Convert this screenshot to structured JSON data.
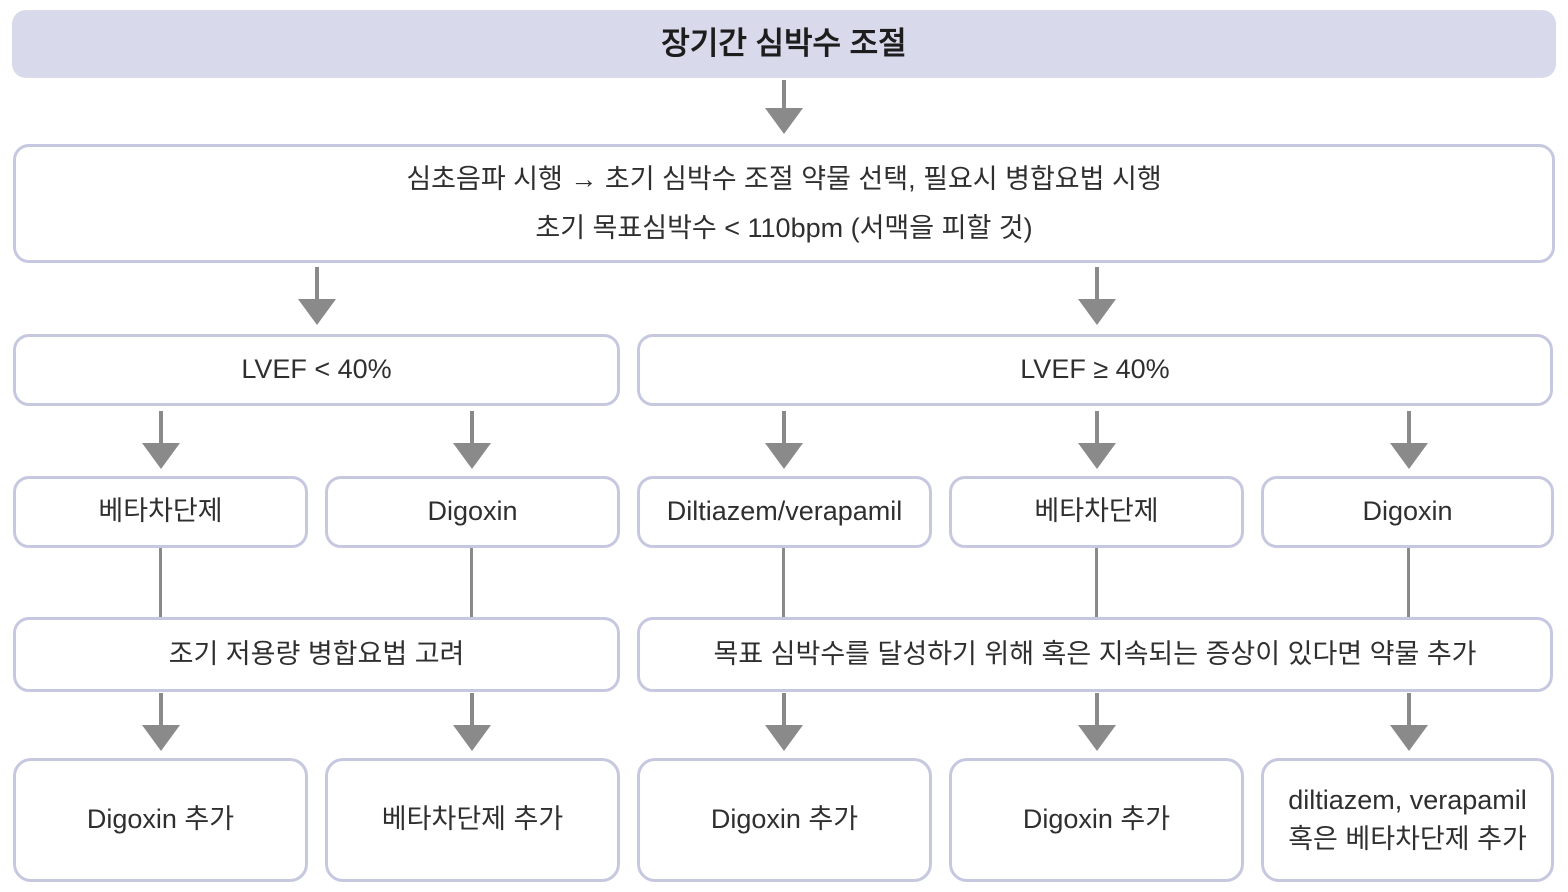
{
  "palette": {
    "title_fill": "#d8d9ea",
    "box_border": "#c6c8e0",
    "box_fill": "#ffffff",
    "arrow": "#8a8a8a",
    "text": "#2f2f2f"
  },
  "flowchart": {
    "title": "장기간 심박수 조절",
    "assessment": {
      "line1": "심초음파 시행 → 초기 심박수 조절 약물 선택, 필요시 병합요법 시행",
      "line2": "초기 목표심박수 < 110bpm (서맥을 피할 것)"
    },
    "branch_left": {
      "condition": "LVEF < 40%",
      "drugs": [
        "베타차단제",
        "Digoxin"
      ],
      "note": "조기 저용량 병합요법 고려",
      "additions": [
        "Digoxin 추가",
        "베타차단제 추가"
      ]
    },
    "branch_right": {
      "condition": "LVEF ≥ 40%",
      "drugs": [
        "Diltiazem/verapamil",
        "베타차단제",
        "Digoxin"
      ],
      "note": "목표 심박수를 달성하기 위해 혹은 지속되는 증상이 있다면 약물 추가",
      "additions": [
        "Digoxin 추가",
        "Digoxin 추가",
        "diltiazem, verapamil\n혹은 베타차단제 추가"
      ]
    }
  }
}
